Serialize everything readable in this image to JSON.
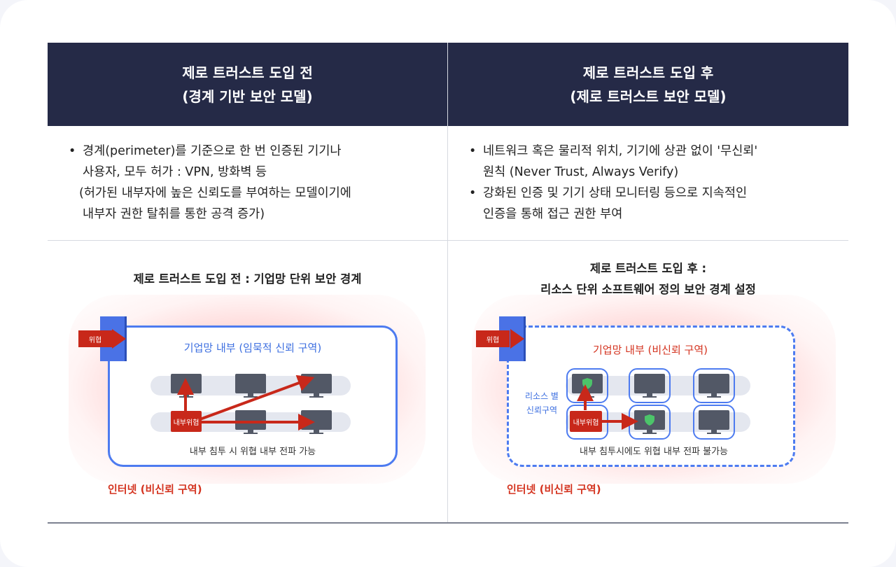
{
  "left": {
    "header": [
      "제로 트러스트 도입 전",
      "(경계 기반 보안 모델)"
    ],
    "bullet": [
      "경계(perimeter)를 기준으로 한 번 인증된 기기나",
      "사용자, 모두 허가 : VPN, 방화벽 등"
    ],
    "note": [
      "(허가된 내부자에 높은 신뢰도를 부여하는 모델이기에",
      "내부자 권한 탈취를 통한 공격 증가)"
    ],
    "diagram_title": "제로 트러스트 도입 전 : 기업망 단위 보안 경계",
    "threat": "위협",
    "zone_label": "기업망 내부 (임묵적 신뢰 구역)",
    "insider": "내부위협",
    "caption": "내부 침투 시 위협 내부 전파 가능",
    "internet": "인터넷 (비신뢰 구역)"
  },
  "right": {
    "header": [
      "제로 트러스트 도입 후",
      "(제로 트러스트 보안 모델)"
    ],
    "bullets": [
      [
        "네트워크 혹은 물리적 위치, 기기에 상관 없이  '무신뢰'",
        "원칙 (Never Trust, Always Verify)"
      ],
      [
        "강화된 인증 및 기기 상태 모니터링 등으로 지속적인",
        "인증을 통해 접근 권한 부여"
      ]
    ],
    "diagram_title": [
      "제로 트러스트 도입 후 :",
      "리소스 단위 소프트웨어 정의 보안 경계 설정"
    ],
    "threat": "위협",
    "zone_label": "기업망 내부 (비신뢰 구역)",
    "side_label": [
      "리소스 별",
      "신뢰구역"
    ],
    "insider": "내부위협",
    "caption": "내부 침투시에도 위협 내부 전파 불가능",
    "internet": "인터넷 (비신뢰 구역)"
  },
  "colors": {
    "header_bg": "#252a47",
    "accent_blue": "#4d7bf0",
    "threat_red": "#c8281a",
    "shield_green": "#4cc46a"
  }
}
